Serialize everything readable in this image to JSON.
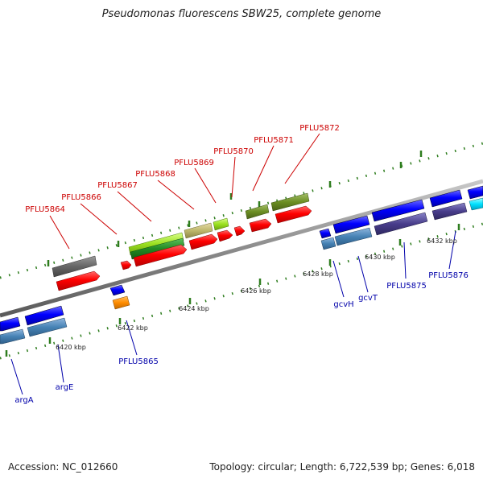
{
  "title": "Pseudomonas fluorescens SBW25, complete genome",
  "accession": "Accession: NC_012660",
  "stats": "Topology: circular; Length: 6,722,539 bp; Genes: 6,018",
  "colors": {
    "backbone": "#8c8c8c",
    "tick": "#2e7d1e",
    "label_top": "#cc0000",
    "label_bottom": "#0000aa"
  },
  "top_labels": [
    "PFLU5864",
    "PFLU5866",
    "PFLU5867",
    "PFLU5868",
    "PFLU5869",
    "PFLU5870",
    "PFLU5871",
    "PFLU5872"
  ],
  "bottom_labels": [
    "argA",
    "argE",
    "PFLU5865",
    "gcvH",
    "gcvT",
    "PFLU5875",
    "PFLU5876"
  ],
  "kbp_labels": [
    "6420 kbp",
    "6422 kbp",
    "6424 kbp",
    "6426 kbp",
    "6428 kbp",
    "6430 kbp",
    "6432 kbp"
  ]
}
